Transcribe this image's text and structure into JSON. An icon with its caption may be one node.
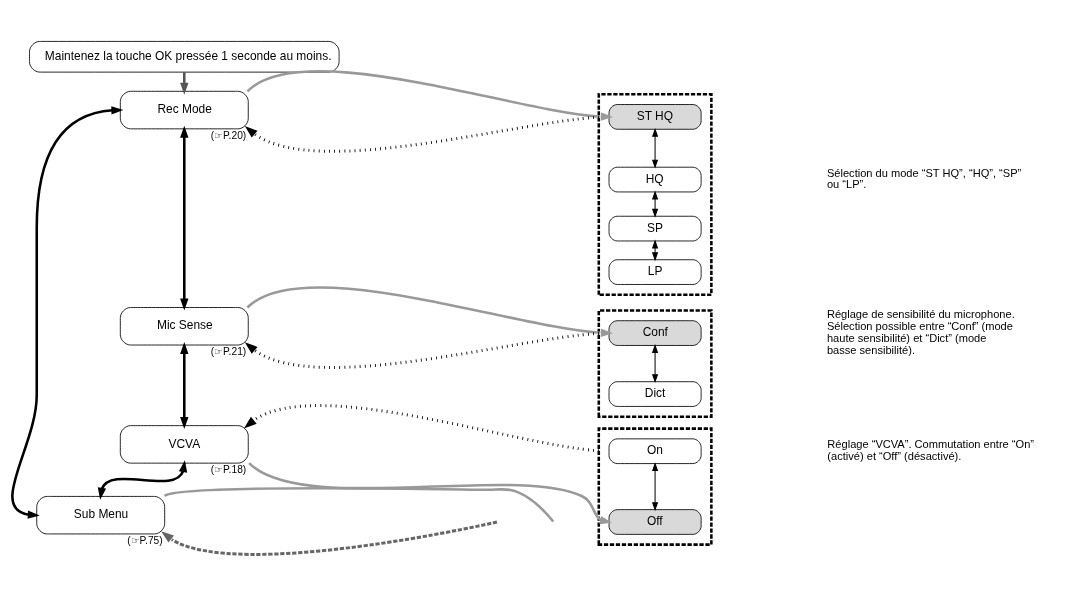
{
  "diagram": {
    "nodes": [
      {
        "text": [
          "Maintenez la touche OK pressée 1 seconde au moins."
        ]
      },
      {
        "text": [
          "Rec Mode"
        ],
        "beside": [
          "(☞P.20)"
        ]
      },
      {
        "text": [
          "Mic Sense"
        ],
        "beside": [
          "(☞P.21)"
        ]
      },
      {
        "text": [
          "VCVA"
        ],
        "beside": [
          "(☞P.18)"
        ]
      },
      {
        "text": [
          "Sub Menu"
        ],
        "beside": [
          "(☞P.75)"
        ]
      },
      {
        "text": [],
        "shape": "box"
      },
      {
        "text": [
          "ST HQ"
        ],
        "in": 5
      },
      {
        "text": [
          "HQ"
        ],
        "in": 5
      },
      {
        "text": [
          "SP"
        ],
        "in": 5
      },
      {
        "text": [
          "LP"
        ],
        "in": 5
      },
      {
        "text": [],
        "shape": "box"
      },
      {
        "text": [
          "Conf"
        ],
        "in": 10
      },
      {
        "text": [
          "Dict"
        ],
        "in": 10
      },
      {
        "text": [],
        "shape": "box"
      },
      {
        "text": [
          "On"
        ],
        "in": 13
      },
      {
        "text": [
          "Off"
        ],
        "in": 13
      }
    ],
    "edges": [
      {
        "from": 0,
        "to": 1,
        "arrow": "to",
        "color": "#555555"
      },
      {
        "from": 1,
        "to": 6,
        "arrow": "to",
        "color": "#999999"
      },
      {
        "from": 5,
        "to": 1,
        "arrow": "to",
        "style": "dashed",
        "color": "#000000"
      },
      {
        "from": 6,
        "to": 7,
        "arrow": "both"
      },
      {
        "from": 7,
        "to": 8,
        "arrow": "both"
      },
      {
        "from": 8,
        "to": 9,
        "arrow": "both"
      },
      {
        "from": 1,
        "to": 2,
        "arrow": "both"
      },
      {
        "from": 2,
        "to": 11,
        "arrow": "to",
        "color": "#999999"
      },
      {
        "from": 10,
        "to": 2,
        "arrow": "to",
        "style": "dashed",
        "color": "#000000"
      },
      {
        "from": 11,
        "to": 12,
        "arrow": "both"
      },
      {
        "from": 2,
        "to": 3,
        "arrow": "both"
      },
      {
        "from": 13,
        "to": 3,
        "arrow": "to",
        "style": "dashed",
        "color": "#000000"
      },
      {
        "from": 3,
        "to": 15,
        "arrow": "to",
        "color": "#999999"
      },
      {
        "from": 14,
        "to": 15,
        "arrow": "both"
      },
      {
        "from": 3,
        "to": 4,
        "arrow": "both"
      },
      {
        "from": 4,
        "to": 1,
        "arrow": "both"
      },
      {
        "from": 4,
        "to": null,
        "arrow": "none",
        "color": "#999999"
      },
      {
        "from": null,
        "to": 4,
        "arrow": "to",
        "style": "dashed",
        "color": "#666666"
      }
    ],
    "labels": [
      "Sélection du mode “ST HQ”, “HQ”, “SP” ou “LP”.",
      "Réglage de sensibilité du microphone. Sélection possible entre “Conf” (mode haute sensibilité) et “Dict” (mode basse sensibilité).",
      "Réglage “VCVA”. Commutation entre “On” (activé) et “Off” (désactivé)."
    ]
  }
}
